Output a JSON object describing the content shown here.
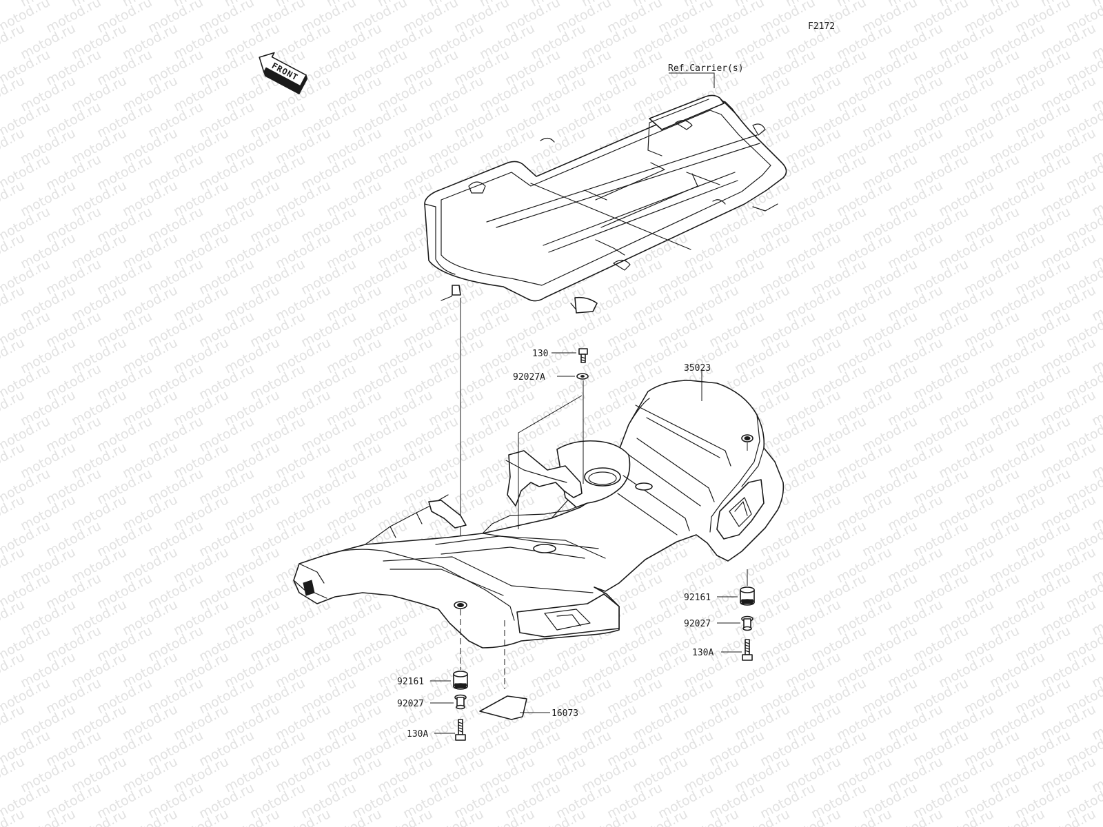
{
  "figure_code": "F2172",
  "front_label": "FRONT",
  "watermark": "motod.ru",
  "ref_label": "Ref.Carrier(s)",
  "callouts": {
    "bolt_top": "130",
    "washer_top": "92027A",
    "fender": "35023",
    "damper_right": "92161",
    "collar_right": "92027",
    "bolt_right": "130A",
    "damper_left": "92161",
    "collar_left": "92027",
    "bolt_left": "130A",
    "pad": "16073"
  }
}
